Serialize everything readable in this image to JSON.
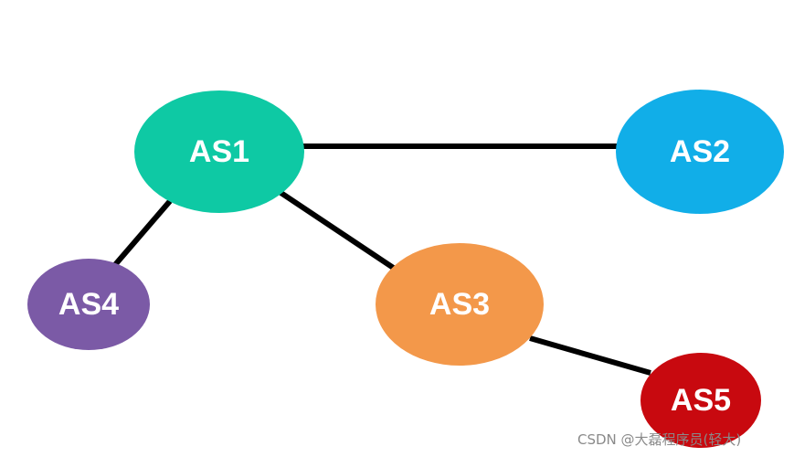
{
  "diagram": {
    "nodes": [
      {
        "id": "AS1",
        "label": "AS1",
        "color": "#0ec9a4"
      },
      {
        "id": "AS2",
        "label": "AS2",
        "color": "#11aee8"
      },
      {
        "id": "AS3",
        "label": "AS3",
        "color": "#f3984a"
      },
      {
        "id": "AS4",
        "label": "AS4",
        "color": "#7b5aa6"
      },
      {
        "id": "AS5",
        "label": "AS5",
        "color": "#c8090f"
      }
    ],
    "edges": [
      {
        "from": "AS1",
        "to": "AS2"
      },
      {
        "from": "AS1",
        "to": "AS4"
      },
      {
        "from": "AS1",
        "to": "AS3"
      },
      {
        "from": "AS3",
        "to": "AS5"
      }
    ],
    "edge_color": "#000000"
  },
  "watermark": {
    "text": "CSDN @大磊程序员(轻大)"
  }
}
